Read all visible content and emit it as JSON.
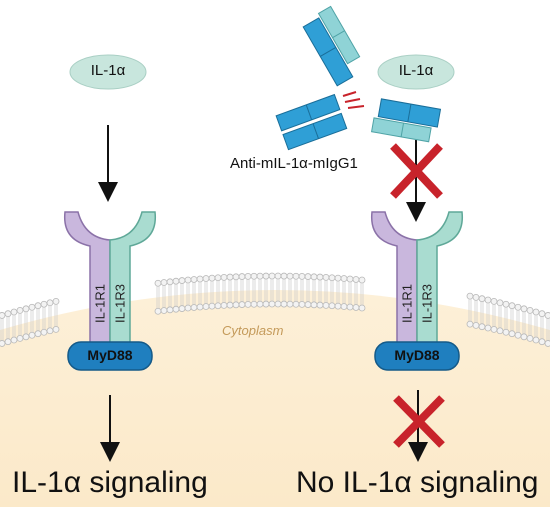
{
  "ligand": {
    "left_label": "IL-1α",
    "right_label": "IL-1α"
  },
  "antibody": {
    "label": "Anti-mIL-1α-mIgG1"
  },
  "receptor": {
    "chain1_label": "IL-1R1",
    "chain2_label": "IL-1R3",
    "adaptor_label": "MyD88"
  },
  "membrane": {
    "label": "Cytoplasm"
  },
  "outcomes": {
    "left": "IL-1α signaling",
    "right": "No IL-1α signaling"
  },
  "colors": {
    "ligand": "#c8e6dd",
    "r1": "#c9b7dd",
    "r3": "#a9dcd0",
    "adaptor": "#1f7fbf",
    "cytoplasm": "#fdf0d8",
    "block": "#c8232b",
    "antibody_heavy": "#2f9fd6",
    "antibody_light": "#8fd3d6"
  }
}
